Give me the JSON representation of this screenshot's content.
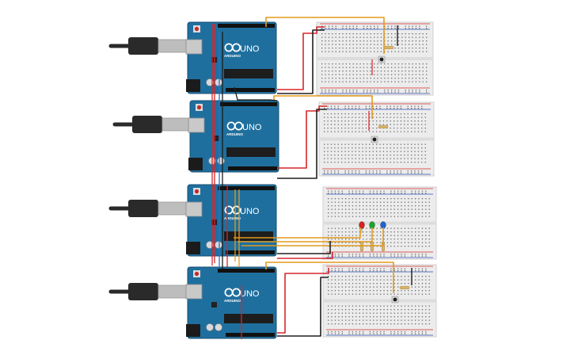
{
  "colors": {
    "board_blue": "#1f6f9e",
    "board_dark": "#174f73",
    "breadboard": "#ececec",
    "rail_red": "#d62a2a",
    "rail_blue": "#2b4fb5",
    "wire_red": "#d8262a",
    "wire_black": "#1e1e1e",
    "wire_orange": "#e39a1c",
    "wire_blue": "#2d6fd1",
    "cable": "#2a2a2a",
    "usb_metal": "#bdbdbd",
    "led_red": "#d92020",
    "led_green": "#1aa52c",
    "led_blue": "#1e63d6",
    "resistor": "#d8b36a"
  },
  "board_labels": {
    "model": "UNO",
    "brand": "ARDUINO"
  },
  "boards": [
    {
      "id": "arduino-1",
      "model_label": "UNO",
      "brand_label": "ARDUINO"
    },
    {
      "id": "arduino-2",
      "model_label": "UNO",
      "brand_label": "ARDUINO"
    },
    {
      "id": "arduino-3",
      "model_label": "UNO",
      "brand_label": "ARDUINO"
    },
    {
      "id": "arduino-4",
      "model_label": "UNO",
      "brand_label": "ARDUINO"
    }
  ],
  "breadboards": [
    {
      "id": "breadboard-1",
      "components": [
        "pushbutton",
        "resistor"
      ]
    },
    {
      "id": "breadboard-2",
      "components": [
        "pushbutton",
        "resistor"
      ]
    },
    {
      "id": "breadboard-3",
      "components": [
        "led-red",
        "led-green",
        "led-blue",
        "resistor",
        "resistor",
        "resistor"
      ]
    },
    {
      "id": "breadboard-4",
      "components": [
        "pushbutton",
        "resistor"
      ]
    }
  ],
  "icons": {
    "arduino_logo": "infinity-logo-icon",
    "reset_button": "reset-button-icon",
    "usb_cable": "usb-plug-icon"
  }
}
